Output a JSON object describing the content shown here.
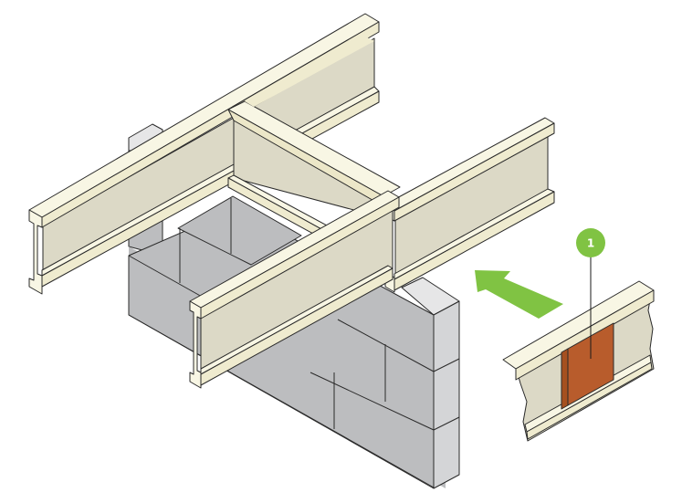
{
  "figure": {
    "subject": "I-joists bearing on concrete block wall with blocking panel detail",
    "colors": {
      "flange_top": "#f8f6e4",
      "flange_side": "#efebcf",
      "web": "#dcd9c6",
      "block_face": "#bcbdbf",
      "block_side": "#d4d5d7",
      "block_top": "#e6e6e7",
      "blocking_panel": "#b85c2c",
      "accent_green": "#80c343",
      "outline": "#2a2a2a"
    }
  },
  "callouts": [
    {
      "number": "1",
      "target": "blocking panel / web stiffener in inset detail"
    }
  ],
  "arrow": {
    "direction": "up-left",
    "meaning": "inset detail view"
  }
}
